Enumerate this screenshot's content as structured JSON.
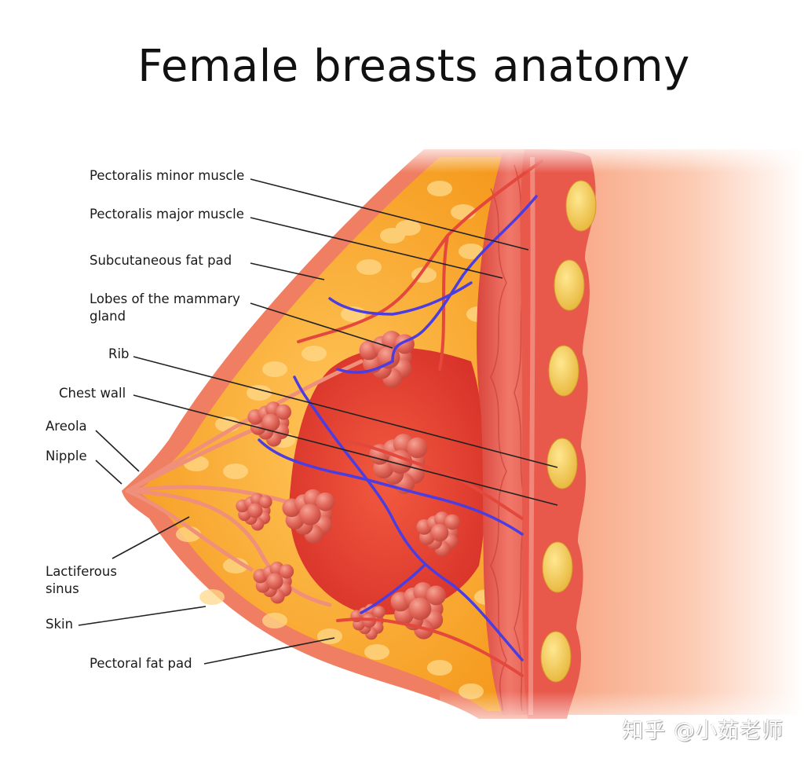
{
  "title": "Female breasts anatomy",
  "labels": [
    {
      "id": "pectoralis-minor",
      "text": "Pectoralis minor muscle"
    },
    {
      "id": "pectoralis-major",
      "text": "Pectoralis major muscle"
    },
    {
      "id": "subcutaneous-fat",
      "text": "Subcutaneous fat pad"
    },
    {
      "id": "lobes-line1",
      "text": "Lobes of the mammary"
    },
    {
      "id": "lobes-line2",
      "text": "gland"
    },
    {
      "id": "rib",
      "text": "Rib"
    },
    {
      "id": "chest-wall",
      "text": "Chest wall"
    },
    {
      "id": "areola",
      "text": "Areola"
    },
    {
      "id": "nipple",
      "text": "Nipple"
    },
    {
      "id": "lactiferous-line1",
      "text": "Lactiferous"
    },
    {
      "id": "lactiferous-line2",
      "text": "sinus"
    },
    {
      "id": "skin",
      "text": "Skin"
    },
    {
      "id": "pectoral-fat",
      "text": "Pectoral fat pad"
    }
  ],
  "watermark": "知乎 @小茹老师",
  "colors": {
    "skin": "#f07a5e",
    "fat": "#f9a825",
    "fat_light": "#ffd27a",
    "muscle": "#e95a4a",
    "rib": "#f0c64a",
    "artery": "#e8443a",
    "vein": "#4a3ce0",
    "lobule": "#e56a5c",
    "chest_bg": "#fbb89a"
  }
}
